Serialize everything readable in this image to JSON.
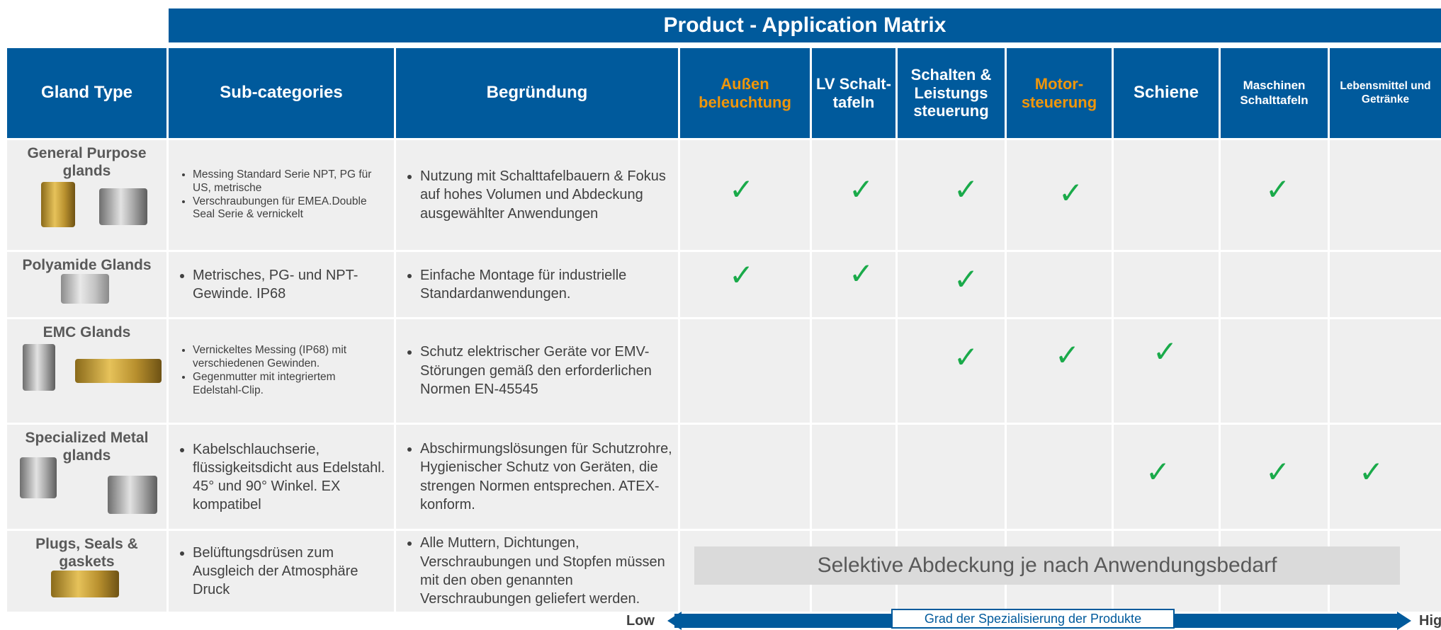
{
  "title": "Product - Application Matrix",
  "headers": {
    "gland_type": "Gland Type",
    "subcategories": "Sub-categories",
    "reason": "Begründung",
    "applications": [
      {
        "label": "Außen beleuchtung",
        "color": "#f0960a"
      },
      {
        "label": "LV Schalt- tafeln",
        "color": "#ffffff"
      },
      {
        "label": "Schalten & Leistungs steuerung",
        "color": "#ffffff"
      },
      {
        "label": "Motor- steuerung",
        "color": "#f0960a"
      },
      {
        "label": "Schiene",
        "color": "#ffffff"
      },
      {
        "label": "Maschinen Schalttafeln",
        "color": "#ffffff"
      },
      {
        "label": "Lebensmittel und Getränke",
        "color": "#ffffff"
      }
    ]
  },
  "rows": [
    {
      "name": "General Purpose glands",
      "subcategories": [
        "Messing Standard Serie NPT, PG für US, metrische",
        "Verschraubungen für EMEA.Double Seal Serie & vernickelt"
      ],
      "reason": [
        "Nutzung mit Schalttafelbauern & Fokus auf hohes Volumen und Abdeckung ausgewählter Anwendungen"
      ],
      "checks": [
        true,
        true,
        true,
        true,
        false,
        true,
        false
      ]
    },
    {
      "name": "Polyamide Glands",
      "subcategories": [
        "Metrisches, PG- und NPT-Gewinde. IP68"
      ],
      "reason": [
        "Einfache Montage für industrielle Standardanwendungen."
      ],
      "checks": [
        true,
        true,
        true,
        false,
        false,
        false,
        false
      ]
    },
    {
      "name": "EMC Glands",
      "subcategories": [
        "Vernickeltes Messing (IP68) mit verschiedenen Gewinden.",
        "Gegenmutter mit integriertem Edelstahl-Clip."
      ],
      "reason": [
        "Schutz elektrischer Geräte vor EMV-Störungen gemäß den erforderlichen Normen EN-45545"
      ],
      "checks": [
        false,
        false,
        true,
        true,
        true,
        false,
        false
      ]
    },
    {
      "name": "Specialized Metal glands",
      "subcategories": [
        "Kabelschlauchserie, flüssigkeitsdicht aus Edelstahl. 45° und 90° Winkel. EX kompatibel"
      ],
      "reason": [
        "Abschirmungslösungen für Schutzrohre, Hygienischer Schutz von Geräten, die strengen Normen entsprechen. ATEX-konform."
      ],
      "checks": [
        false,
        false,
        false,
        false,
        true,
        true,
        true
      ]
    },
    {
      "name": "Plugs, Seals & gaskets",
      "subcategories": [
        "Belüftungsdrüsen zum Ausgleich der Atmosphäre Druck"
      ],
      "reason": [
        "Alle Muttern, Dichtungen, Verschraubungen und Stopfen müssen mit den oben genannten Verschraubungen geliefert werden."
      ],
      "checks": [
        false,
        false,
        false,
        false,
        false,
        false,
        false
      ]
    }
  ],
  "check_symbol": "✓",
  "check_color": "#1aaa4a",
  "selective_coverage": "Selektive Abdeckung je nach Anwendungsbedarf",
  "scale": {
    "low": "Low",
    "high": "Hig",
    "label": "Grad der Spezialisierung der Produkte"
  },
  "colors": {
    "header_blue": "#005a9c",
    "cell_grey": "#efefef",
    "accent_orange": "#f0960a"
  }
}
